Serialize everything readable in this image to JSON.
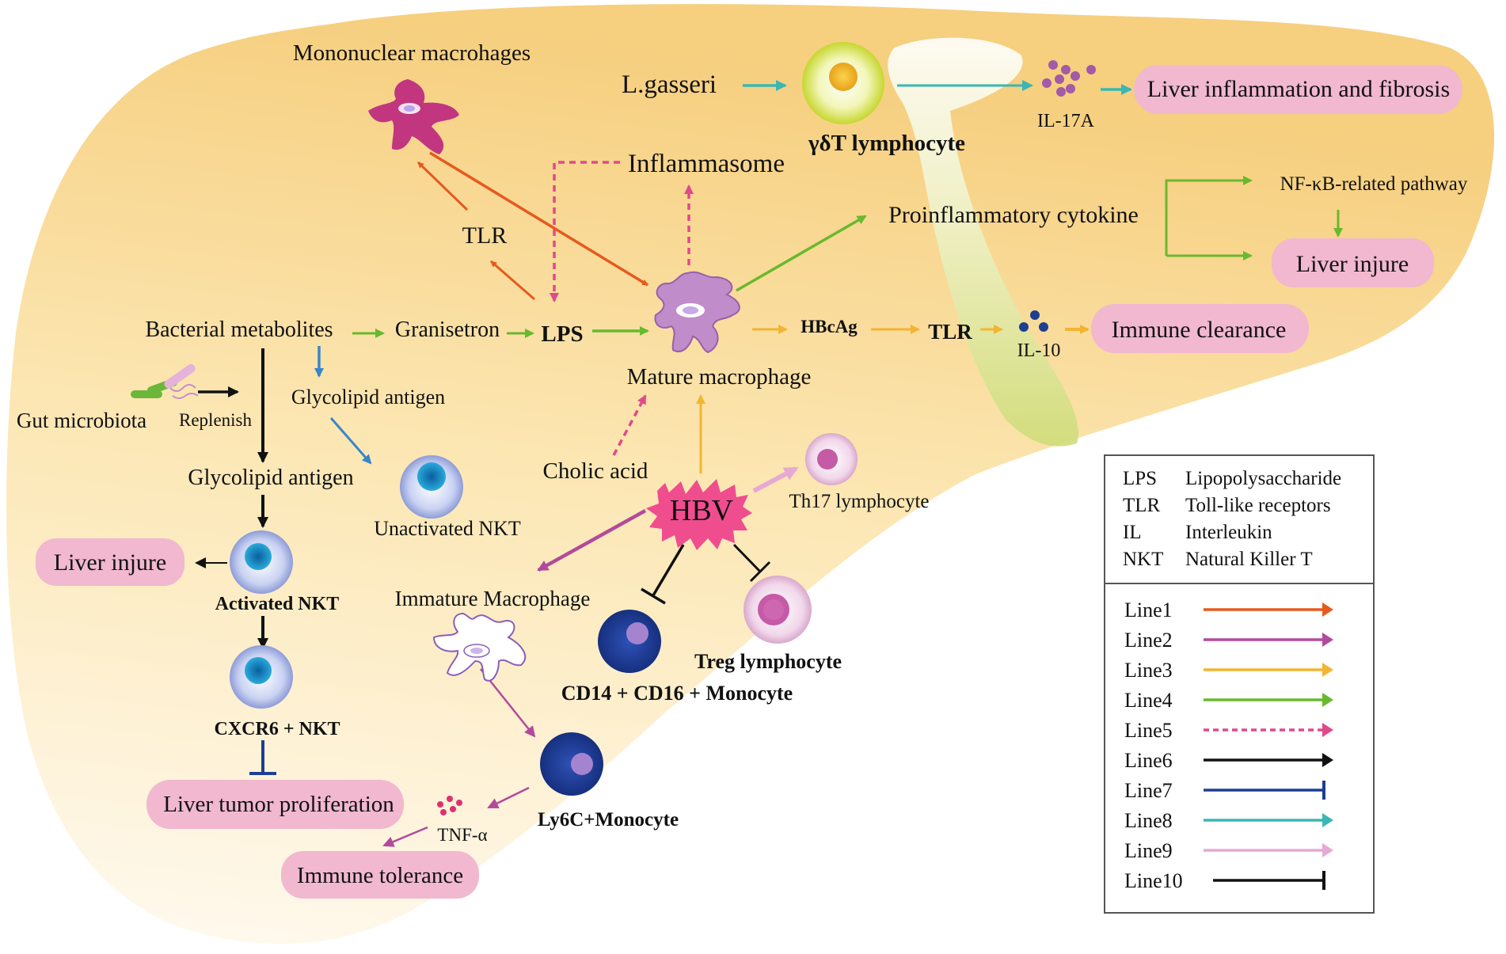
{
  "labels": {
    "mononuclear_macrophages": "Mononuclear macrohages",
    "l_gasseri": "L.gasseri",
    "gdt_lymphocyte": "γδT lymphocyte",
    "il17a": "IL-17A",
    "inflammasome": "Inflammasome",
    "tlr_upper": "TLR",
    "proinflammatory": "Proinflammatory cytokine",
    "nfkb": "NF-κB-related pathway",
    "bacterial_metabolites": "Bacterial metabolites",
    "granisetron": "Granisetron",
    "lps": "LPS",
    "hbcag": "HBcAg",
    "tlr_mid": "TLR",
    "il10": "IL-10",
    "mature_macrophage": "Mature macrophage",
    "gut_microbiota": "Gut microbiota",
    "replenish": "Replenish",
    "glycolipid_antigen_1": "Glycolipid antigen",
    "glycolipid_antigen_2": "Glycolipid antigen",
    "cholic_acid": "Cholic acid",
    "unactivated_nkt": "Unactivated NKT",
    "hbv": "HBV",
    "th17": "Th17 lymphocyte",
    "activated_nkt": "Activated NKT",
    "immature_macrophage": "Immature Macrophage",
    "treg": "Treg lymphocyte",
    "cd14": "CD14 + CD16 + Monocyte",
    "cxcr6": "CXCR6 + NKT",
    "ly6c": "Ly6C+Monocyte",
    "tnf": "TNF-α"
  },
  "outcomes": {
    "liver_inflammation": "Liver inflammation and fibrosis",
    "liver_injure_right": "Liver injure",
    "immune_clearance": "Immune clearance",
    "liver_injure_left": "Liver injure",
    "liver_tumor": "Liver tumor proliferation",
    "immune_tolerance": "Immune tolerance"
  },
  "abbreviations": [
    {
      "abbr": "LPS",
      "full": "Lipopolysaccharide"
    },
    {
      "abbr": "TLR",
      "full": "Toll-like receptors"
    },
    {
      "abbr": "IL",
      "full": "Interleukin"
    },
    {
      "abbr": "NKT",
      "full": "Natural Killer T"
    }
  ],
  "lines": [
    {
      "name": "Line1",
      "color": "#e55a1f",
      "style": "arrow"
    },
    {
      "name": "Line2",
      "color": "#b24a9c",
      "style": "arrow"
    },
    {
      "name": "Line3",
      "color": "#f2b531",
      "style": "arrow"
    },
    {
      "name": "Line4",
      "color": "#68b92e",
      "style": "arrow"
    },
    {
      "name": "Line5",
      "color": "#e0498a",
      "style": "dashed-arrow"
    },
    {
      "name": "Line6",
      "color": "#111111",
      "style": "arrow"
    },
    {
      "name": "Line7",
      "color": "#1c3f94",
      "style": "inhibit"
    },
    {
      "name": "Line8",
      "color": "#3ab7b4",
      "style": "arrow"
    },
    {
      "name": "Line9",
      "color": "#e6a9d2",
      "style": "arrow"
    },
    {
      "name": "Line10",
      "color": "#111111",
      "style": "inhibit"
    }
  ],
  "colors": {
    "liver_light": "#fdf3d2",
    "liver_dark": "#f6cf7f",
    "pill": "#f1b8cf",
    "hbv": "#f04d8f",
    "nkt_core": "#1a8fc7",
    "monocyte": "#1f3d99",
    "treg": "#c55aa6"
  }
}
